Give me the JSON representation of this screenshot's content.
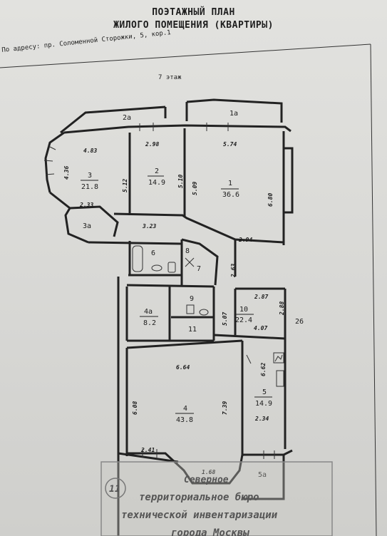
{
  "header": {
    "title_line1": "ПОЭТАЖНЫЙ ПЛАН",
    "title_line2": "ЖИЛОГО ПОМЕЩЕНИЯ (КВАРТИРЫ)",
    "address": "По адресу: пр. Соломенной Сторожки, 5, кор.1",
    "floor": "7 этаж"
  },
  "rooms": [
    {
      "id": "r1",
      "num": "1",
      "area": "36.6"
    },
    {
      "id": "r2",
      "num": "2",
      "area": "14.9"
    },
    {
      "id": "r3",
      "num": "3",
      "area": "21.8"
    },
    {
      "id": "r4",
      "num": "4",
      "area": "43.8"
    },
    {
      "id": "r4a",
      "num": "4а",
      "area": "8.2"
    },
    {
      "id": "r5",
      "num": "5",
      "area": "14.9"
    },
    {
      "id": "r10",
      "num": "10",
      "area": "22.4"
    }
  ],
  "labels": {
    "balcony_1a": "1а",
    "balcony_2a": "2а",
    "room_3a": "3а",
    "room_5a": "5а",
    "room_6": "6",
    "room_7": "7",
    "room_8": "8",
    "room_9": "9",
    "room_11": "11",
    "side_26": "26"
  },
  "dimensions": {
    "d483": "4.83",
    "d436": "4.36",
    "d512": "5.12",
    "d298": "2.98",
    "d510": "5.10",
    "d574": "5.74",
    "d509": "5.09",
    "d680": "6.80",
    "d233": "2.33",
    "d323": "3.23",
    "d294": "2.94",
    "d263": "2.63",
    "d287": "2.87",
    "d288": "2.88",
    "d507": "5.07",
    "d407": "4.07",
    "d664": "6.64",
    "d608": "6.08",
    "d739": "7.39",
    "d662": "6.62",
    "d234": "2.34",
    "d241": "2.41",
    "d168": "1.68"
  },
  "stamp": {
    "number": "11",
    "line1": "Северное",
    "line2": "территориальное бюро",
    "line3": "технической инвентаризации",
    "line4": "города Москвы"
  }
}
